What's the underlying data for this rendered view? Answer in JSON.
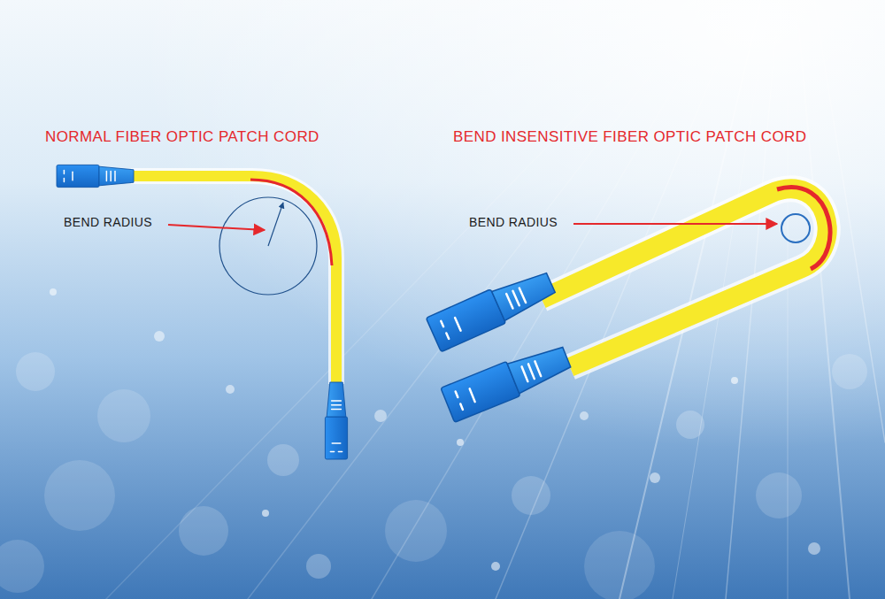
{
  "diagram": {
    "labels": [
      "NORMAL FIBER OPTIC PATCH CORD",
      "BEND INSENSITIVE FIBER OPTIC PATCH CORD",
      "BEND RADIUS",
      "BEND RADIUS"
    ]
  }
}
